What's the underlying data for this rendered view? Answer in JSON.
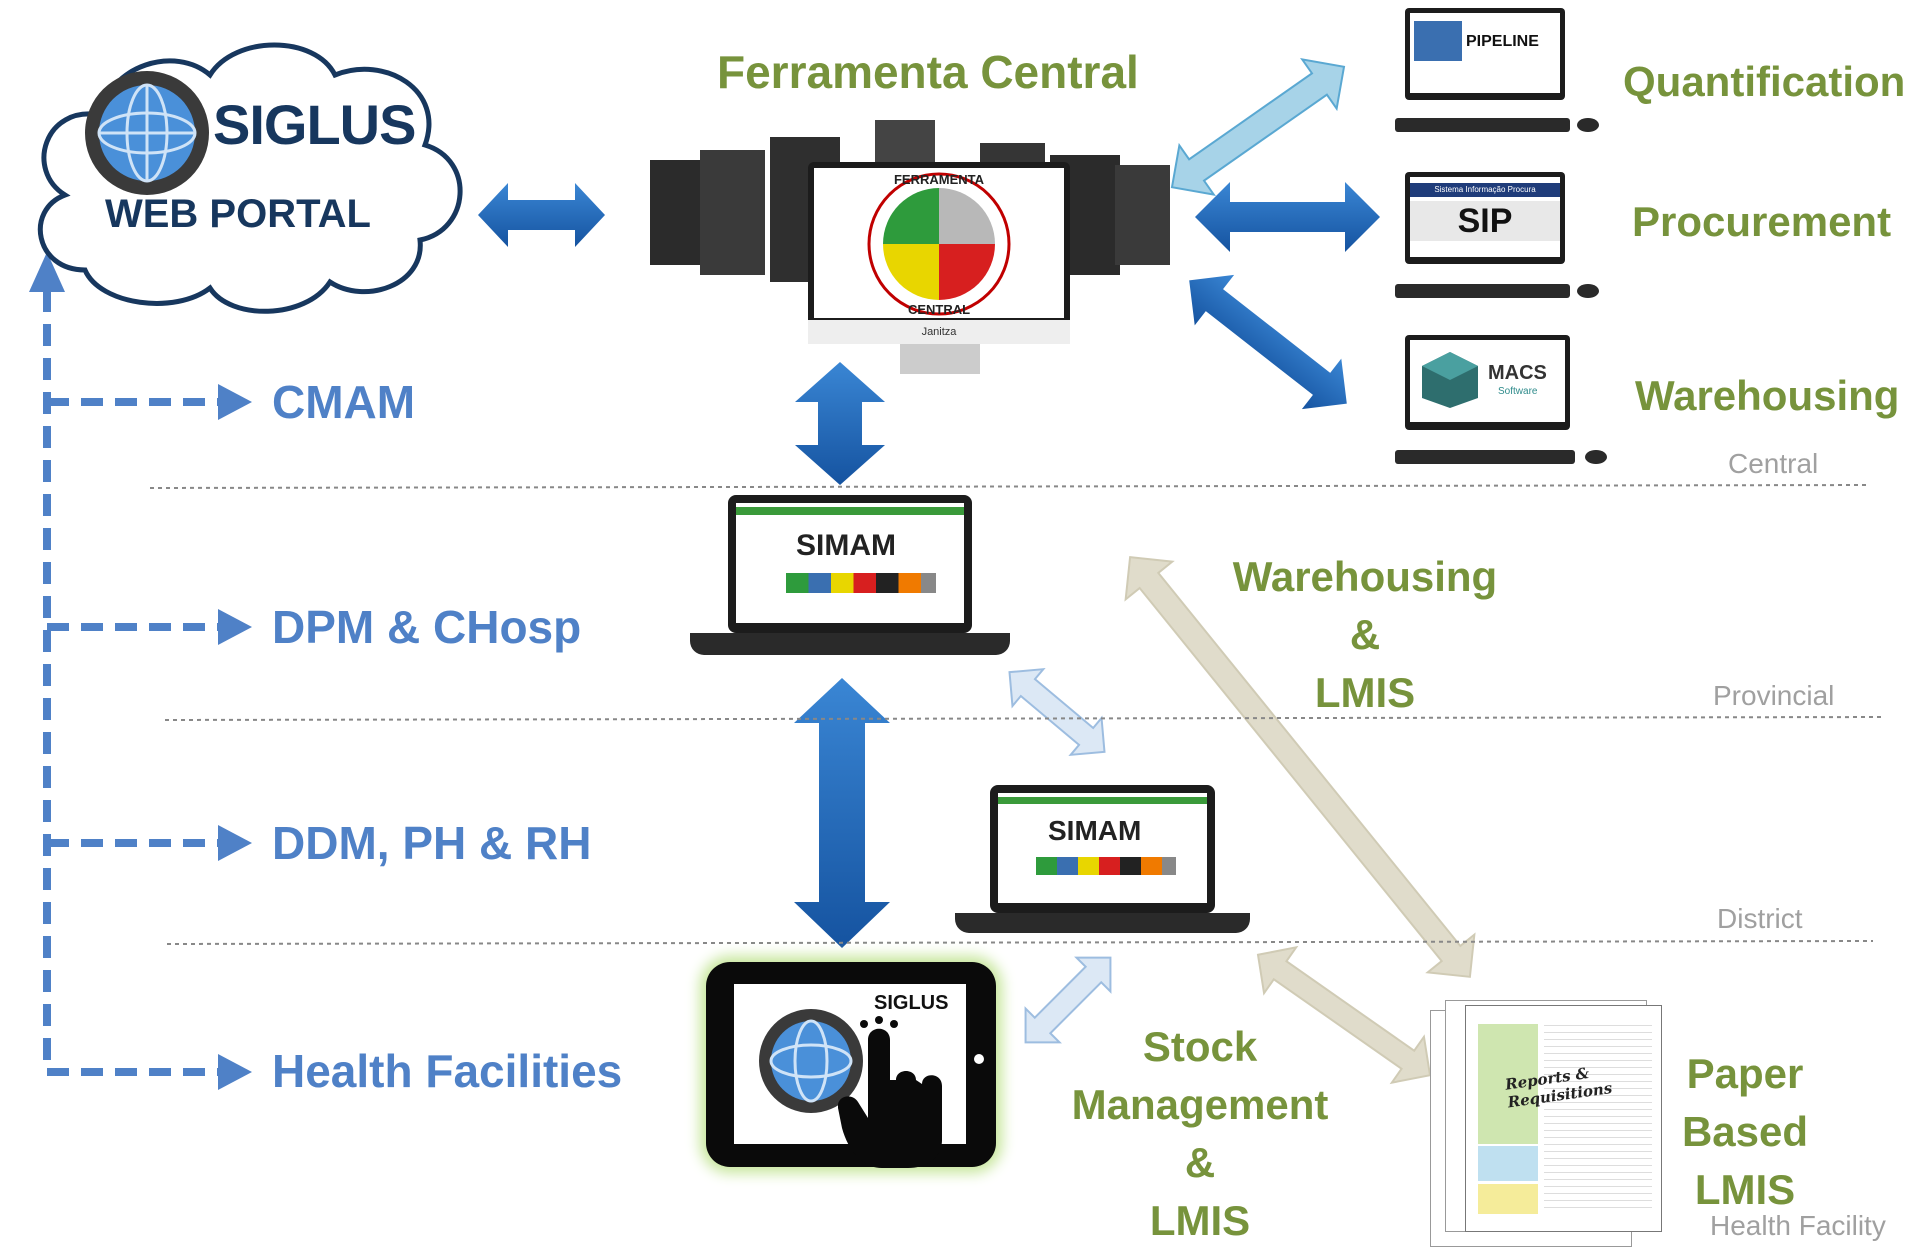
{
  "portal": {
    "brand": "SIGLUS",
    "subtitle": "WEB PORTAL"
  },
  "central_tool": {
    "title": "Ferramenta Central",
    "logo_top": "FERRAMENTA",
    "logo_bottom": "CENTRAL",
    "monitor_brand": "Janitza"
  },
  "systems": [
    {
      "screen": "PIPELINE",
      "label": "Quantification"
    },
    {
      "screen": "SIP",
      "label": "Procurement",
      "screen_header": "Sistema Informação Procura"
    },
    {
      "screen": "MACS",
      "label": "Warehousing",
      "screen_sub": "Software"
    }
  ],
  "simam_label": "SIMAM",
  "tablet_label": "SIGLUS",
  "levels": {
    "central": "Central",
    "provincial": "Provincial",
    "district": "District",
    "health_facility": "Health Facility"
  },
  "portal_links": [
    "CMAM",
    "DPM & CHosp",
    "DDM, PH & RH",
    "Health Facilities"
  ],
  "flows": {
    "warehousing_lmis": [
      "Warehousing",
      "&",
      "LMIS"
    ],
    "stock_management": [
      "Stock",
      "Management",
      "&",
      "LMIS"
    ],
    "paper_based": [
      "Paper",
      "Based",
      "LMIS"
    ]
  },
  "paper_note": "Reports & Requisitions",
  "colors": {
    "blue_arrow": "#1f66b5",
    "light_blue_arrow": "#a7d3e8",
    "beige_arrow": "#e0dccb",
    "green_text": "#77933c",
    "blue_text": "#4f81c7"
  }
}
